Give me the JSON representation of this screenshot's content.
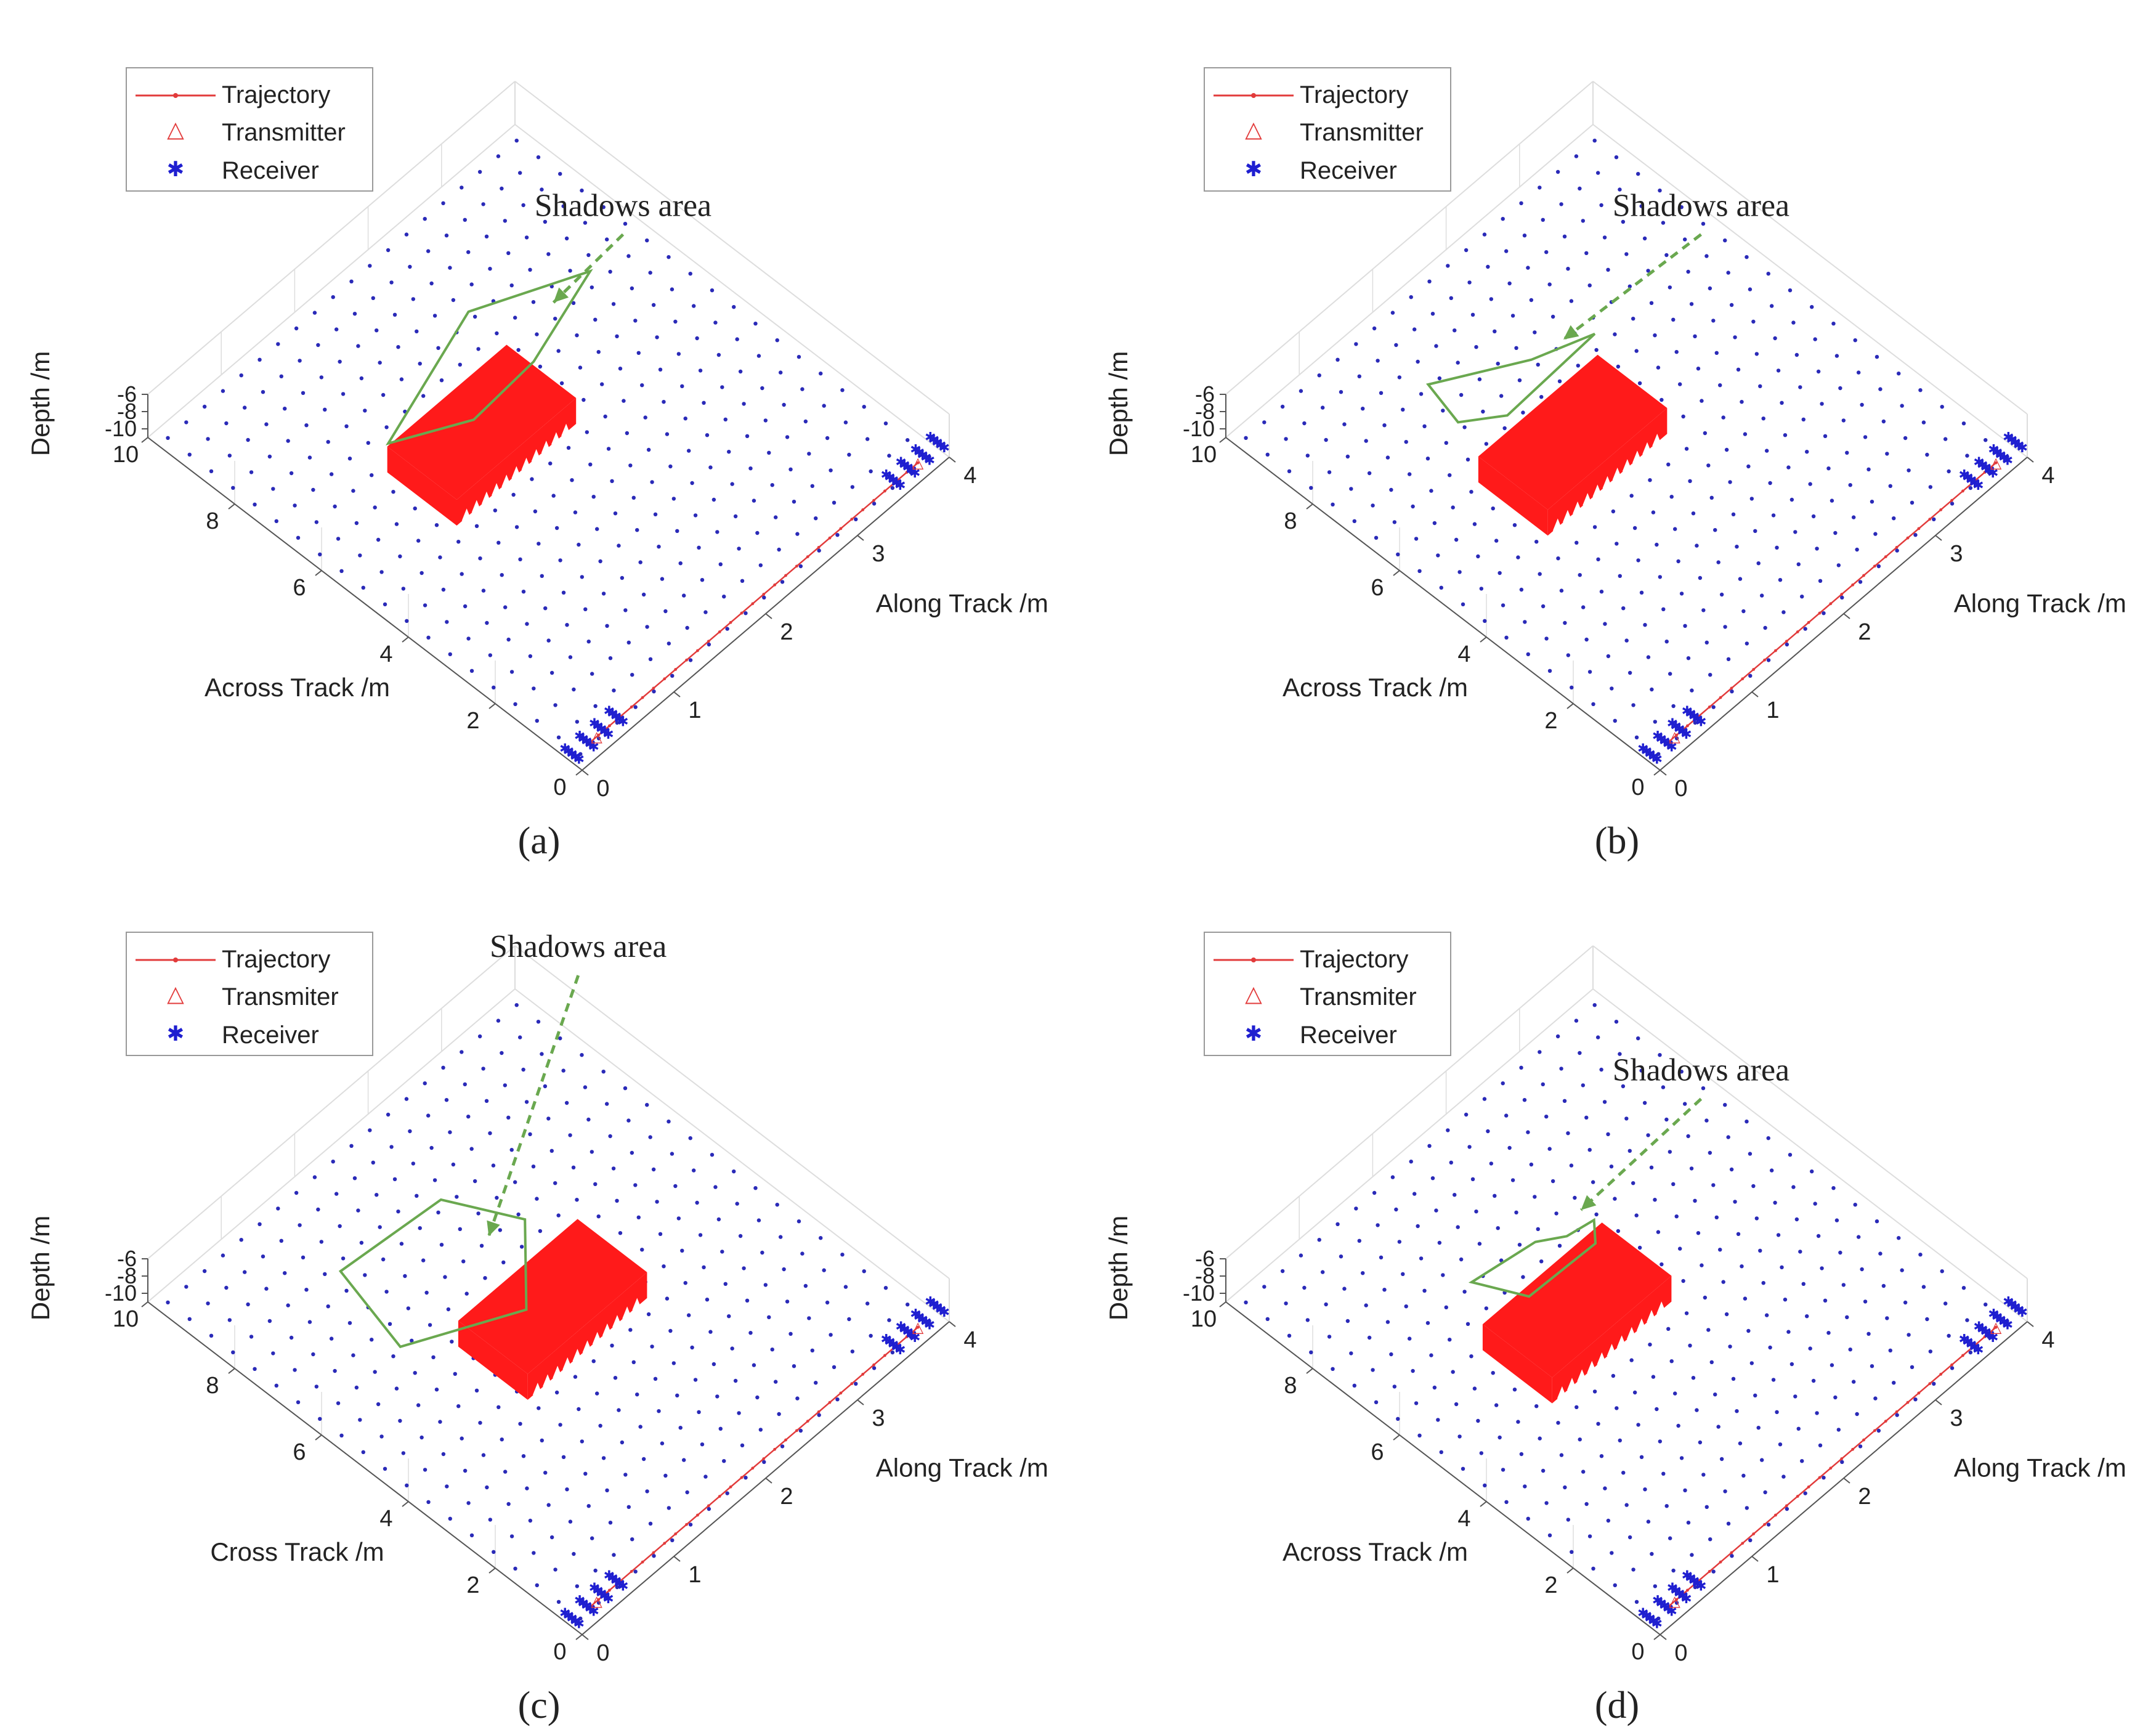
{
  "colors": {
    "receiver": "#1f1fd0",
    "grid_dot": "#2a2ab8",
    "trajectory": "#e23b3b",
    "target": "#ff1a1a",
    "shadow": "#6aa84f",
    "axis": "#555555",
    "text": "#222222",
    "legend_border": "#999999",
    "faint_grid": "#dddddd"
  },
  "chart_data": [
    {
      "type": "scatter",
      "panel_label": "(a)",
      "legend": [
        "Trajectory",
        "Transmitter",
        "Receiver"
      ],
      "annotation": "Shadows area",
      "xlabel": "Along Track /m",
      "ylabel": "Across Track /m",
      "zlabel": "Depth /m",
      "x_ticks": [
        "0",
        "1",
        "2",
        "3",
        "4"
      ],
      "y_ticks": [
        "0",
        "2",
        "4",
        "6",
        "8",
        "10"
      ],
      "z_ticks": [
        "-6",
        "-8",
        "-10"
      ],
      "xlim": [
        0,
        4
      ],
      "ylim": [
        0,
        10
      ],
      "zlim": [
        -10,
        -6
      ],
      "grid_dots": {
        "x_count": 20,
        "y_count": 20
      },
      "trajectory": {
        "x_start": 0.2,
        "x_end": 3.8,
        "y": 0.3
      },
      "transmitter_x": [
        0.3,
        3.8
      ],
      "target": {
        "x_range": [
          1.0,
          2.3
        ],
        "y_range": [
          5.0,
          6.6
        ]
      },
      "shadow_polygon": [
        [
          2.5,
          7.9
        ],
        [
          3.4,
          7.0
        ],
        [
          2.5,
          6.4
        ],
        [
          1.8,
          6.3
        ],
        [
          1.2,
          7.0
        ]
      ],
      "arrow": {
        "text_xy": [
          3.9,
          7.3
        ],
        "head_xy": [
          3.0,
          7.0
        ]
      }
    },
    {
      "type": "scatter",
      "panel_label": "(b)",
      "legend": [
        "Trajectory",
        "Transmitter",
        "Receiver"
      ],
      "annotation": "Shadows area",
      "xlabel": "Along Track /m",
      "ylabel": "Across Track /m",
      "zlabel": "Depth /m",
      "x_ticks": [
        "0",
        "1",
        "2",
        "3",
        "4"
      ],
      "y_ticks": [
        "0",
        "2",
        "4",
        "6",
        "8",
        "10"
      ],
      "z_ticks": [
        "-6",
        "-8",
        "-10"
      ],
      "xlim": [
        0,
        4
      ],
      "ylim": [
        0,
        10
      ],
      "zlim": [
        -10,
        -6
      ],
      "grid_dots": {
        "x_count": 20,
        "y_count": 20
      },
      "trajectory": {
        "x_start": 0.2,
        "x_end": 3.8,
        "y": 0.3
      },
      "transmitter_x": [
        0.3,
        3.8
      ],
      "target": {
        "x_range": [
          1.0,
          2.3
        ],
        "y_range": [
          4.7,
          6.3
        ]
      },
      "shadow_polygon": [
        [
          2.1,
          7.4
        ],
        [
          2.6,
          7.0
        ],
        [
          1.6,
          6.9
        ],
        [
          1.3,
          7.4
        ],
        [
          1.4,
          8.3
        ]
      ],
      "arrow": {
        "text_xy": [
          3.9,
          7.3
        ],
        "head_xy": [
          2.4,
          7.3
        ]
      }
    },
    {
      "type": "scatter",
      "panel_label": "(c)",
      "legend": [
        "Trajectory",
        "Transmiter",
        "Receiver"
      ],
      "annotation": "Shadows area",
      "xlabel": "Along Track /m",
      "ylabel": "Cross Track /m",
      "zlabel": "Depth /m",
      "x_ticks": [
        "0",
        "1",
        "2",
        "3",
        "4"
      ],
      "y_ticks": [
        "0",
        "2",
        "4",
        "6",
        "8",
        "10"
      ],
      "z_ticks": [
        "-6",
        "-8",
        "-10"
      ],
      "xlim": [
        0,
        4
      ],
      "ylim": [
        0,
        10
      ],
      "zlim": [
        -10,
        -6
      ],
      "grid_dots": {
        "x_count": 20,
        "y_count": 20
      },
      "trajectory": {
        "x_start": 0.2,
        "x_end": 3.8,
        "y": 0.3
      },
      "transmitter_x": [
        0.3,
        3.8
      ],
      "target": {
        "x_range": [
          1.3,
          2.6
        ],
        "y_range": [
          4.0,
          5.6
        ]
      },
      "shadow_polygon": [
        [
          2.5,
          6.6
        ],
        [
          1.9,
          5.3
        ],
        [
          1.0,
          6.3
        ],
        [
          1.2,
          8.1
        ],
        [
          2.2,
          7.9
        ]
      ],
      "arrow": {
        "text_xy": [
          4.5,
          9.6
        ],
        "head_xy": [
          2.2,
          6.8
        ]
      }
    },
    {
      "type": "scatter",
      "panel_label": "(d)",
      "legend": [
        "Trajectory",
        "Transmiter",
        "Receiver"
      ],
      "annotation": "Shadows area",
      "xlabel": "Along Track /m",
      "ylabel": "Across Track /m",
      "zlabel": "Depth /m",
      "x_ticks": [
        "0",
        "1",
        "2",
        "3",
        "4"
      ],
      "y_ticks": [
        "0",
        "2",
        "4",
        "6",
        "8",
        "10"
      ],
      "z_ticks": [
        "-6",
        "-8",
        "-10"
      ],
      "xlim": [
        0,
        4
      ],
      "ylim": [
        0,
        10
      ],
      "zlim": [
        -10,
        -6
      ],
      "grid_dots": {
        "x_count": 20,
        "y_count": 20
      },
      "trajectory": {
        "x_start": 0.2,
        "x_end": 3.8,
        "y": 0.3
      },
      "transmitter_x": [
        0.3,
        3.8
      ],
      "target": {
        "x_range": [
          1.0,
          2.3
        ],
        "y_range": [
          4.6,
          6.2
        ]
      },
      "shadow_polygon": [
        [
          2.2,
          6.8
        ],
        [
          2.45,
          6.7
        ],
        [
          2.3,
          6.35
        ],
        [
          1.6,
          6.4
        ],
        [
          1.4,
          7.3
        ],
        [
          2.0,
          7.1
        ]
      ],
      "arrow": {
        "text_xy": [
          3.9,
          7.3
        ],
        "head_xy": [
          2.45,
          7.0
        ]
      }
    }
  ]
}
